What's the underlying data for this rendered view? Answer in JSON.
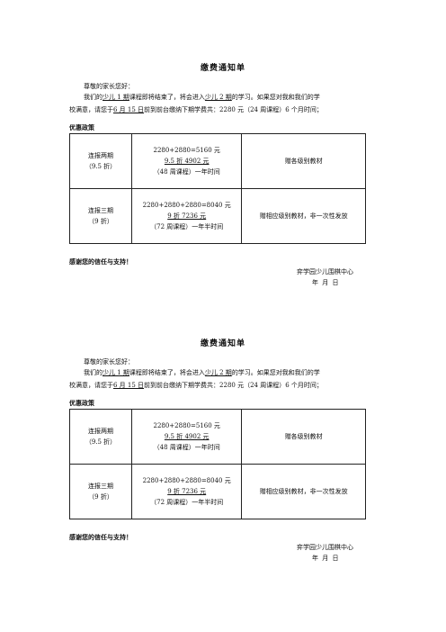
{
  "notices": [
    {
      "title": "缴费通知单",
      "greeting": "尊敬的家长您好：",
      "line1_pre": "我们的",
      "line1_u1": "少儿 1 期",
      "line1_mid": "课程即将结束了，将会进入",
      "line1_u2": "少儿 2 期",
      "line1_post": "的学习。如果您对我和我们的学",
      "line2_pre": "校满意，请您于",
      "line2_u": "6 月 15 日",
      "line2_post": "前到前台缴纳下期学费共：2280 元（24 周课程）6 个月时间；",
      "policy_label": "优惠政策",
      "rows": [
        {
          "type_line1": "连报两期",
          "type_line2": "（9.5 折）",
          "price_line1": "2280+2880=5160 元",
          "price_line2": "9.5 折 4902 元",
          "price_line3": "（48 周课程）一年时间",
          "gift": "赠各级别教材"
        },
        {
          "type_line1": "连报三期",
          "type_line2": "（9 折）",
          "price_line1": "2280+2880+2880=8040 元",
          "price_line2": "9 折 7236 元",
          "price_line3": "（72 周课程）一年半时间",
          "gift": "赠相应级别教材，非一次性发放"
        }
      ],
      "thanks": "感谢您的信任与支持！",
      "org": "弈学园少儿围棋中心",
      "date": "年  月  日"
    },
    {
      "title": "缴费通知单",
      "greeting": "尊敬的家长您好：",
      "line1_pre": "我们的",
      "line1_u1": "少儿 1 期",
      "line1_mid": "课程即将结束了，将会进入",
      "line1_u2": "少儿 2 期",
      "line1_post": "的学习。如果您对我和我们的学",
      "line2_pre": "校满意，请您于",
      "line2_u": "6 月 15 日",
      "line2_post": "前到前台缴纳下期学费共：2280 元（24 周课程）6 个月时间；",
      "policy_label": "优惠政策",
      "rows": [
        {
          "type_line1": "连报两期",
          "type_line2": "（9.5 折）",
          "price_line1": "2280+2880=5160 元",
          "price_line2": "9.5 折 4902 元",
          "price_line3": "（48 周课程）一年时间",
          "gift": "赠各级别教材"
        },
        {
          "type_line1": "连报三期",
          "type_line2": "（9 折）",
          "price_line1": "2280+2880+2880=8040 元",
          "price_line2": "9 折 7236 元",
          "price_line3": "（72 周课程）一年半时间",
          "gift": "赠相应级别教材，非一次性发放"
        }
      ],
      "thanks": "感谢您的信任与支持！",
      "org": "弈学园少儿围棋中心",
      "date": "年  月  日"
    }
  ]
}
